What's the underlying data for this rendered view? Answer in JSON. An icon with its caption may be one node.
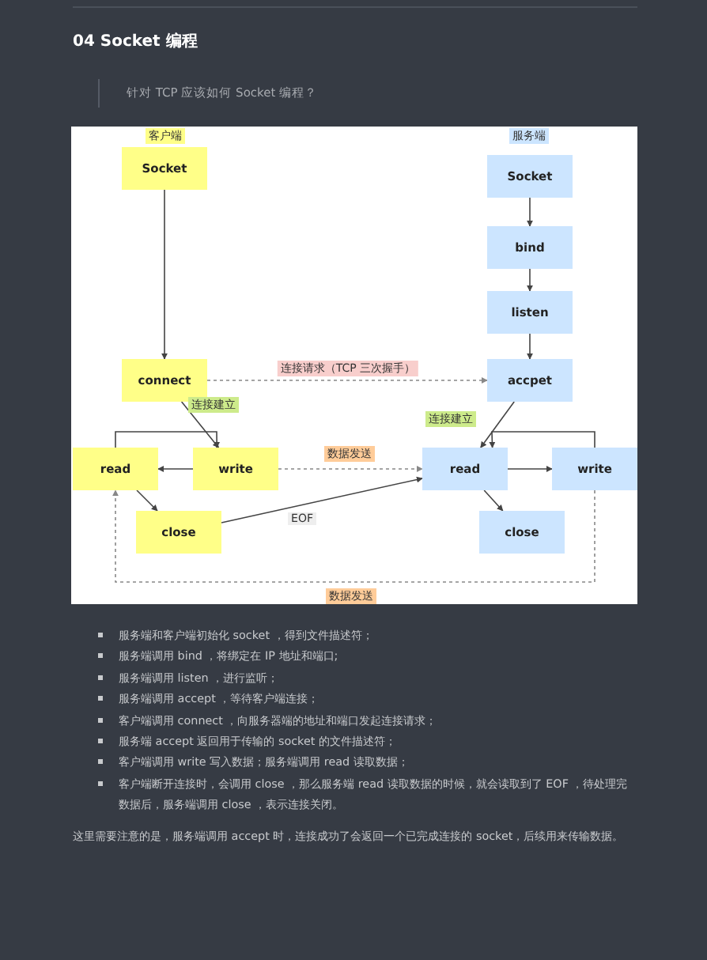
{
  "diagram": {
    "title": "04 Socket 编程",
    "nodes": [
      {
        "text": [
          "Socket"
        ]
      },
      {
        "text": [
          "connect"
        ]
      },
      {
        "text": [
          "write"
        ]
      },
      {
        "text": [
          "read"
        ]
      },
      {
        "text": [
          "close"
        ]
      },
      {
        "text": [
          "Socket"
        ]
      },
      {
        "text": [
          "bind"
        ]
      },
      {
        "text": [
          "listen"
        ]
      },
      {
        "text": [
          "accpet"
        ]
      },
      {
        "text": [
          "read"
        ]
      },
      {
        "text": [
          "write"
        ]
      },
      {
        "text": [
          "close"
        ]
      }
    ],
    "edges": [
      {
        "from": 0,
        "to": 1,
        "arrow": "to"
      },
      {
        "from": 1,
        "to": 2,
        "arrow": "to",
        "label": "连接建立"
      },
      {
        "from": 3,
        "to": 2,
        "arrow": "to"
      },
      {
        "from": 2,
        "to": 3,
        "arrow": "to"
      },
      {
        "from": 3,
        "to": 4,
        "arrow": "to"
      },
      {
        "from": 4,
        "to": 9,
        "arrow": "to",
        "label": "EOF"
      },
      {
        "from": 1,
        "to": 8,
        "arrow": "to",
        "style": "dashed",
        "label": "连接请求（TCP 三次握手）"
      },
      {
        "from": 2,
        "to": 9,
        "arrow": "to",
        "style": "dashed",
        "label": "数据发送"
      },
      {
        "from": 10,
        "to": 3,
        "arrow": "to",
        "style": "dashed",
        "label": "数据发送"
      },
      {
        "from": 5,
        "to": 6,
        "arrow": "to"
      },
      {
        "from": 6,
        "to": 7,
        "arrow": "to"
      },
      {
        "from": 7,
        "to": 8,
        "arrow": "to"
      },
      {
        "from": 8,
        "to": 9,
        "arrow": "to",
        "label": "连接建立"
      },
      {
        "from": 9,
        "to": 10,
        "arrow": "to"
      },
      {
        "from": 10,
        "to": 9,
        "arrow": "to"
      },
      {
        "from": 9,
        "to": 11,
        "arrow": "to"
      }
    ],
    "labels": [
      "针对 TCP 应该如何 Socket 编程？",
      "客户端",
      "服务端",
      "服务端和客户端初始化 socket ，得到文件描述符；",
      "服务端调用 bind ，将绑定在 IP 地址和端口;",
      "服务端调用 listen ，进行监听；",
      "服务端调用 accept ，等待客户端连接；",
      "客户端调用 connect ，向服务器端的地址和端口发起连接请求；",
      "服务端 accept 返回用于传输的 socket 的文件描述符；",
      "客户端调用 write 写入数据；服务端调用 read 读取数据；",
      "客户端断开连接时，会调用 close ，那么服务端 read 读取数据的时候，就会读取到了 EOF ，待处理完数据后，服务端调用 close ，表示连接关闭。",
      "这里需要注意的是，服务端调用 accept 时，连接成功了会返回一个已完成连接的 socket，后续用来传输数据。"
    ]
  }
}
